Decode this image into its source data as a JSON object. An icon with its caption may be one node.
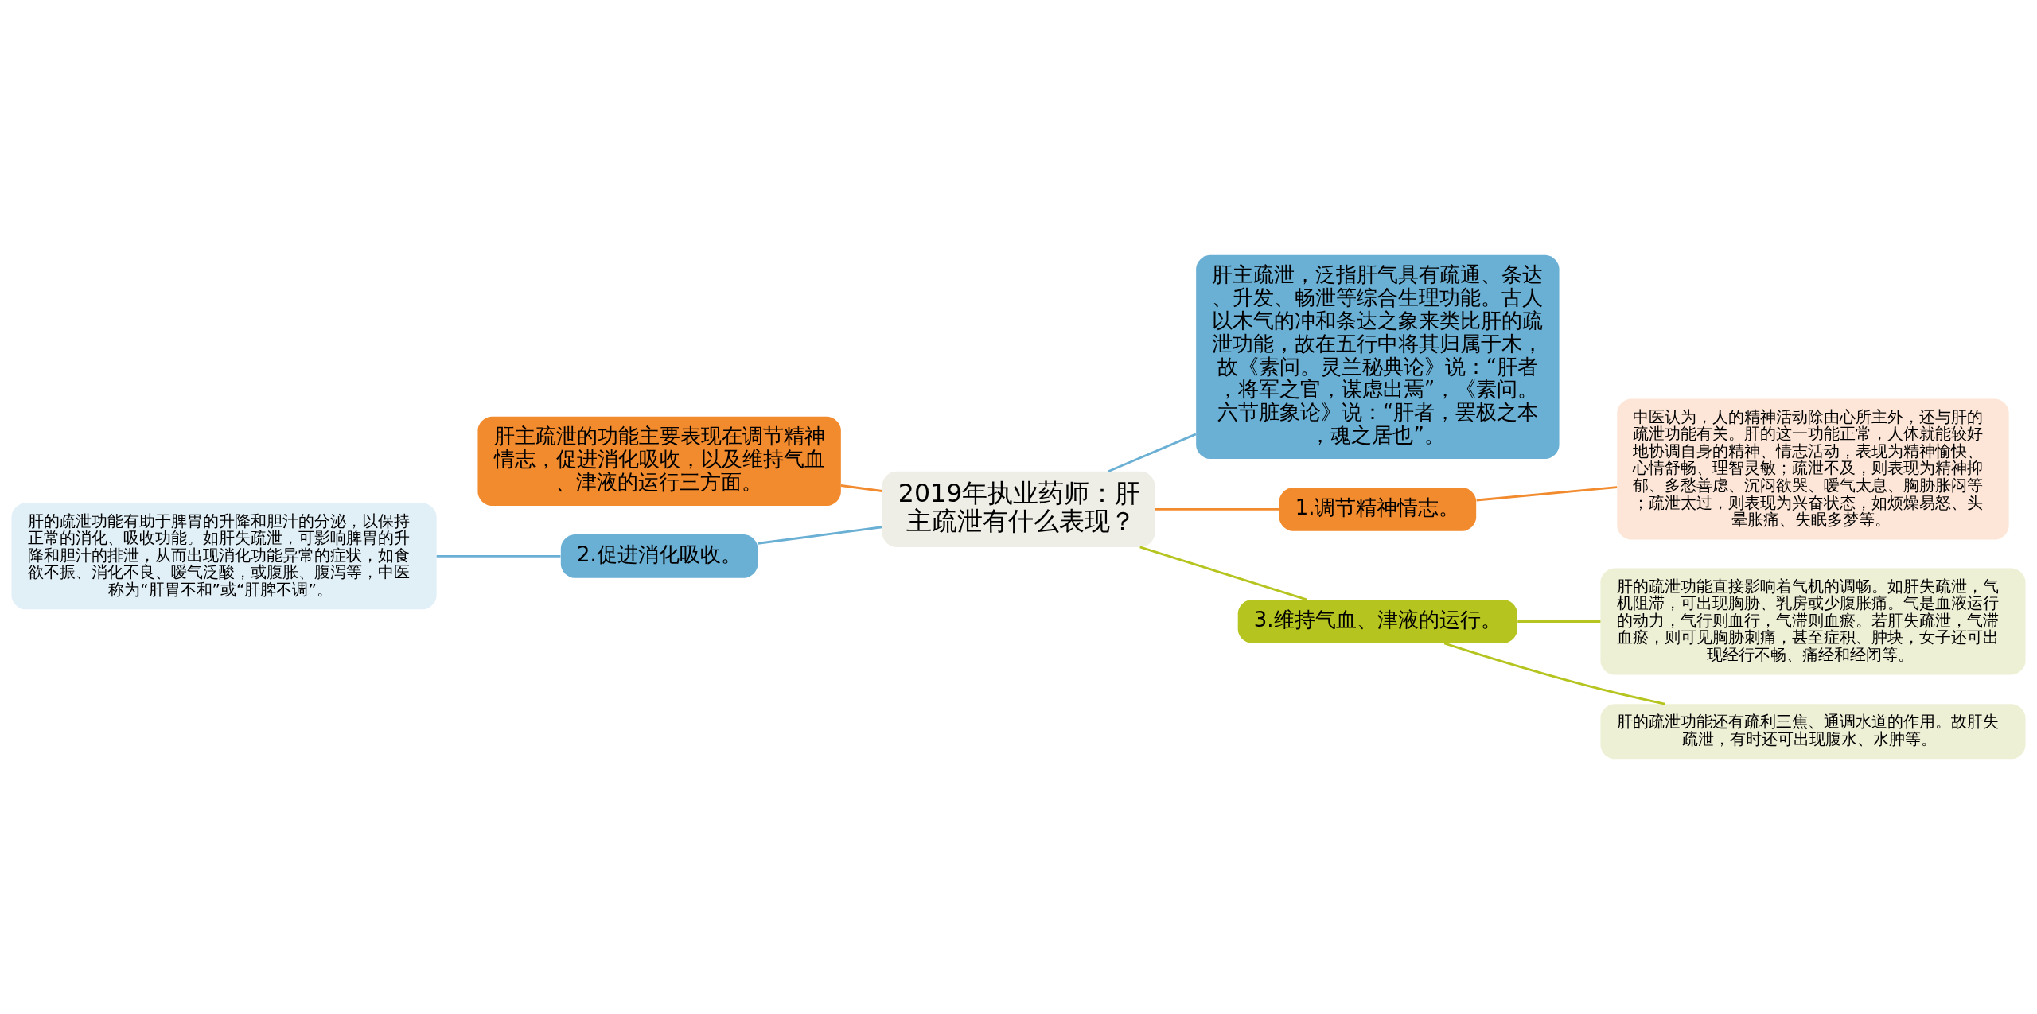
{
  "diagram": {
    "nodes": [
      {
        "text": [
          "2019年执业药师：肝主疏泄有什么表现？"
        ]
      },
      {
        "text": [
          "肝主疏泄的功能主要表现在调节精神情志，促进消化吸收，以及维持气血、津液的运行三方面。"
        ]
      },
      {
        "text": [
          "2.促进消化吸收。"
        ]
      },
      {
        "text": [
          "肝的疏泄功能有助于脾胃的升降和胆汁的分泌，以保持正常的消化、吸收功能。如肝失疏泄，可影响脾胃的升降和胆汁的排泄，从而出现消化功能异常的症状，如食欲不振、消化不良、嗳气泛酸，或腹胀、腹泻等，中医称为“肝胃不和”或“肝脾不调”。"
        ]
      },
      {
        "text": [
          "肝主疏泄，泛指肝气具有疏通、条达、升发、畅泄等综合生理功能。古人以木气的冲和条达之象来类比肝的疏泄功能，故在五行中将其归属于木，故《素问。灵兰秘典论》说：“肝者，将军之官，谋虑出焉”，《素问。六节脏象论》说：“肝者，罢极之本，魂之居也”。"
        ]
      },
      {
        "text": [
          "1.调节精神情志。"
        ]
      },
      {
        "text": [
          "中医认为，人的精神活动除由心所主外，还与肝的疏泄功能有关。肝的这一功能正常，人体就能较好地协调自身的精神、情志活动，表现为精神愉快、心情舒畅、理智灵敏；疏泄不及，则表现为精神抑郁、多愁善虑、沉闷欲哭、嗳气太息、胸胁胀闷等；疏泄太过，则表现为兴奋状态，如烦燥易怒、头晕胀痛、失眠多梦等。"
        ]
      },
      {
        "text": [
          "3.维持气血、津液的运行。"
        ]
      },
      {
        "text": [
          "肝的疏泄功能直接影响着气机的调畅。如肝失疏泄，气机阻滞，可出现胸胁、乳房或少腹胀痛。气是血液运行的动力，气行则血行，气滞则血瘀。若肝失疏泄，气滞血瘀，则可见胸胁刺痛，甚至症积、肿块，女子还可出现经行不畅、痛经和经闭等。"
        ]
      },
      {
        "text": [
          "肝的疏泄功能还有疏利三焦、通调水道的作用。故肝失疏泄，有时还可出现腹水、水肿等。"
        ]
      }
    ],
    "edges": [
      {
        "from": 0,
        "to": 1,
        "arrow": "none",
        "color": "#f28a2e"
      },
      {
        "from": 0,
        "to": 2,
        "arrow": "none",
        "color": "#6aafd4"
      },
      {
        "from": 2,
        "to": 3,
        "arrow": "none",
        "color": "#6aafd4"
      },
      {
        "from": 0,
        "to": 4,
        "arrow": "none",
        "color": "#6aafd4"
      },
      {
        "from": 0,
        "to": 5,
        "arrow": "none",
        "color": "#f28a2e"
      },
      {
        "from": 5,
        "to": 6,
        "arrow": "none",
        "color": "#f28a2e"
      },
      {
        "from": 0,
        "to": 7,
        "arrow": "none",
        "color": "#b5c41f"
      },
      {
        "from": 7,
        "to": 8,
        "arrow": "none",
        "color": "#b5c41f"
      },
      {
        "from": 7,
        "to": 9,
        "arrow": "none",
        "color": "#b5c41f"
      }
    ]
  }
}
